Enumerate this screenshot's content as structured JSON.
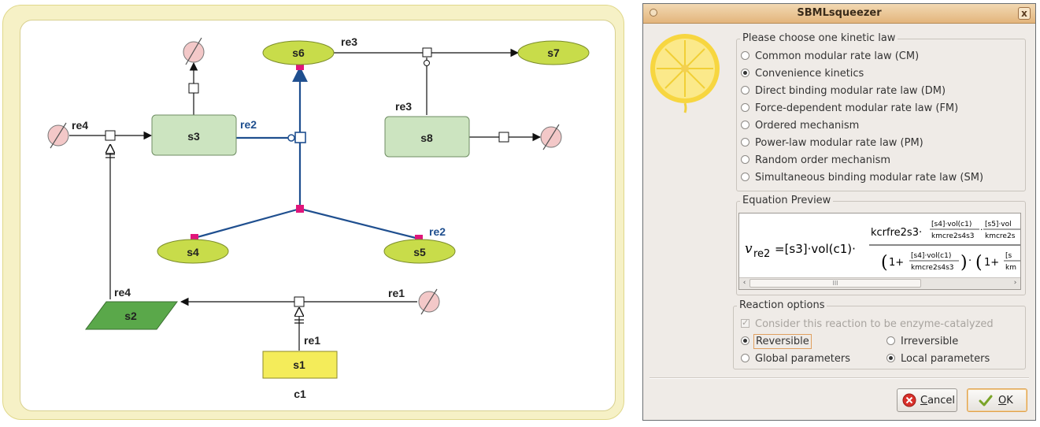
{
  "network": {
    "species": {
      "s1": "s1",
      "s2": "s2",
      "s3": "s3",
      "s4": "s4",
      "s5": "s5",
      "s6": "s6",
      "s7": "s7",
      "s8": "s8"
    },
    "compartment": "c1",
    "reaction_labels": {
      "re1_a": "re1",
      "re1_b": "re1",
      "re2_a": "re2",
      "re2_b": "re2",
      "re3_a": "re3",
      "re3_b": "re3",
      "re4_a": "re4",
      "re4_b": "re4"
    },
    "colors": {
      "species_green": "#c8dc4a",
      "protein_fill": "#cce4c0",
      "s2_fill": "#5aa84a",
      "s1_fill": "#f4ec5a",
      "degradation_fill": "#f3c8c8",
      "selected_reaction": "#1f4f8f",
      "modifier_marker": "#e0157a"
    }
  },
  "dialog": {
    "title": "SBMLsqueezer",
    "close_glyph": "x",
    "kinetic_law": {
      "group_title": "Please choose one kinetic law",
      "options": [
        {
          "label": "Common modular rate law (CM)",
          "selected": false
        },
        {
          "label": "Convenience kinetics",
          "selected": true
        },
        {
          "label": "Direct binding modular rate law (DM)",
          "selected": false
        },
        {
          "label": "Force-dependent modular rate law (FM)",
          "selected": false
        },
        {
          "label": "Ordered mechanism",
          "selected": false
        },
        {
          "label": "Power-law modular rate law (PM)",
          "selected": false
        },
        {
          "label": "Random order mechanism",
          "selected": false
        },
        {
          "label": "Simultaneous binding modular rate law (SM)",
          "selected": false
        }
      ]
    },
    "equation_preview": {
      "group_title": "Equation Preview",
      "v": "v",
      "v_sub": "re2",
      "lhs": "=[s3]·vol(c1)·",
      "numerator_prefix": "kcrfre2s3·",
      "frac1_num": "[s4]·vol(c1)",
      "frac1_den": "kmcre2s4s3",
      "frac2_num": "[s5]·vol",
      "frac2_den": "kmcre2s",
      "den_open": "1+",
      "den_frac_num": "[s4]·vol(c1)",
      "den_frac_den": "kmcre2s4s3",
      "den_tail_open": "1+",
      "den_tail_num": "[s",
      "den_tail_den": "km",
      "scroll_left": "‹",
      "scroll_right": "›",
      "scroll_grip": "III"
    },
    "reaction_options": {
      "group_title": "Reaction options",
      "enzyme_catalyzed": {
        "label": "Consider this reaction to be enzyme-catalyzed",
        "checked": true,
        "enabled": false
      },
      "reversible": {
        "label": "Reversible",
        "selected": true
      },
      "irreversible": {
        "label": "Irreversible",
        "selected": false
      },
      "global_parameters": {
        "label": "Global parameters",
        "selected": false
      },
      "local_parameters": {
        "label": "Local parameters",
        "selected": true
      }
    },
    "buttons": {
      "cancel_mnemonic": "C",
      "cancel_rest": "ancel",
      "ok_mnemonic": "O",
      "ok_rest": "K"
    }
  }
}
